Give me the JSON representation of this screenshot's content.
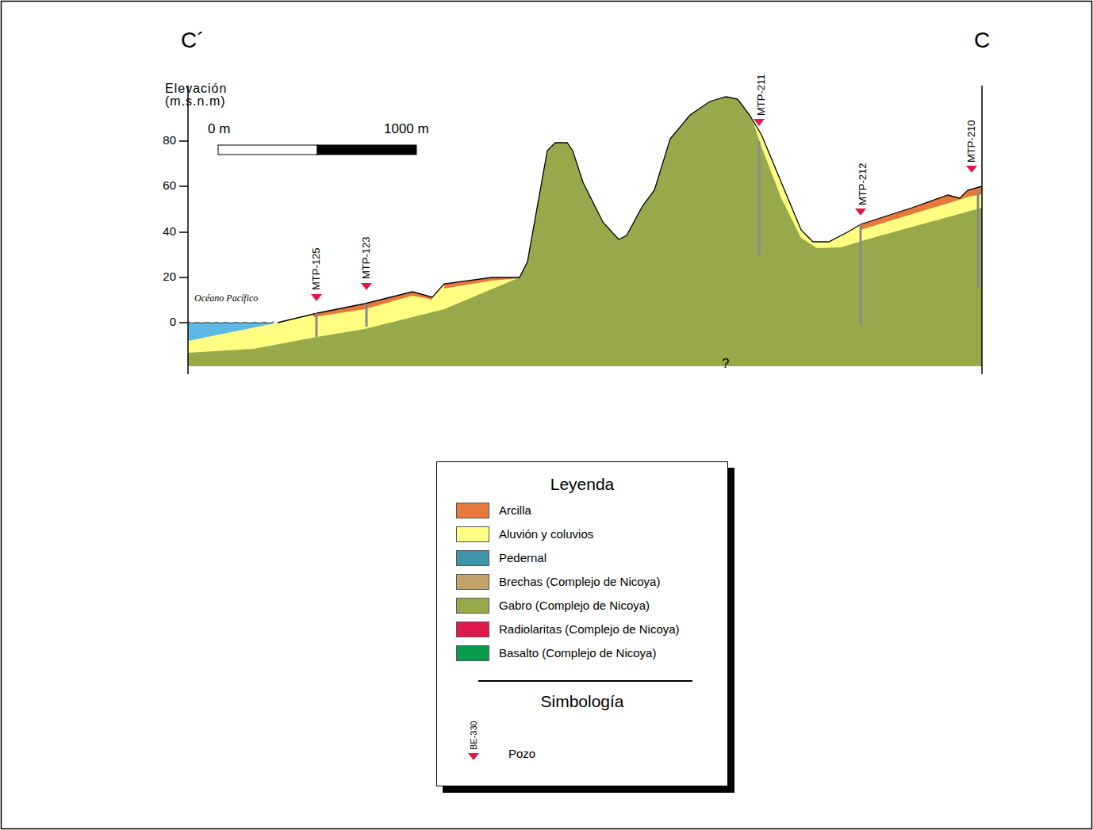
{
  "diagram": {
    "nodes": [
      {
        "text": [
          "Leyenda",
          "Simbología"
        ]
      }
    ],
    "labels": [
      "C´",
      "C",
      "Elevación (m.s.n.m)",
      "80",
      "60",
      "40",
      "20",
      "0",
      "0 m",
      "1000 m",
      "Océano Pacífico",
      "MTP-125",
      "MTP-123",
      "MTP-211",
      "MTP-212",
      "MTP-210",
      "?",
      "BE-330"
    ],
    "legend": [
      {
        "text": "Arcilla",
        "color": "#e8793c"
      },
      {
        "text": "Aluvión y coluvios",
        "color": "#ffff82"
      },
      {
        "text": "Pedernal",
        "color": "#3f94aa"
      },
      {
        "text": "Brechas (Complejo de Nicoya)",
        "color": "#c4a46c"
      },
      {
        "text": "Gabro (Complejo de Nicoya)",
        "color": "#98a94c"
      },
      {
        "text": "Radiolaritas (Complejo de Nicoya)",
        "color": "#e0194c"
      },
      {
        "text": "Basalto (Complejo de Nicoya)",
        "color": "#0a9a4c"
      },
      {
        "text": "Pozo"
      }
    ]
  }
}
